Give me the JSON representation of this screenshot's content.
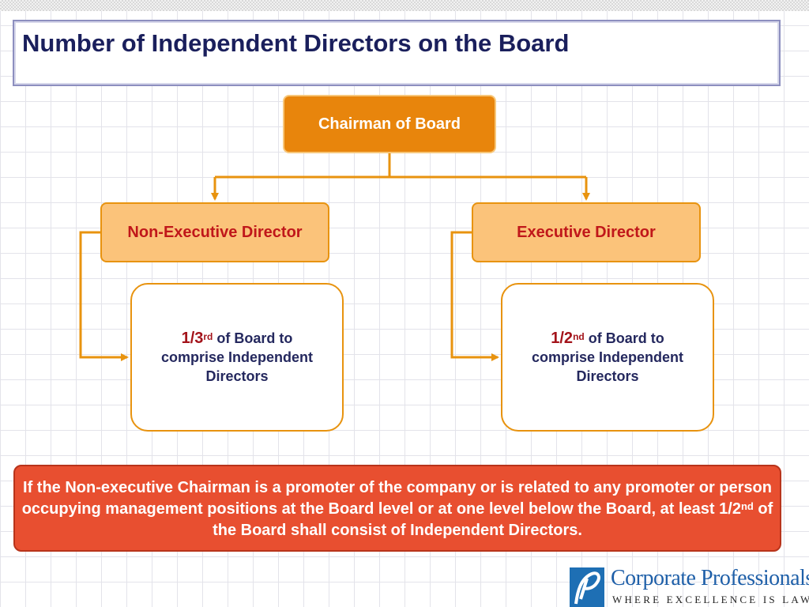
{
  "title": "Number of Independent Directors on the Board",
  "chairman": {
    "label": "Chairman of Board"
  },
  "non_executive": {
    "label": "Non-Executive Director",
    "rule_fraction": "1/3",
    "rule_fraction_suffix": "rd",
    "rule_text": "of Board to comprise Independent Directors"
  },
  "executive": {
    "label": "Executive Director",
    "rule_fraction": "1/2",
    "rule_fraction_suffix": "nd",
    "rule_text": "of Board to comprise Independent Directors"
  },
  "notice": {
    "text_before": "If the Non-executive Chairman is a promoter of the company or is related to any promoter or person occupying management positions at the Board level or at one level below the Board, at least 1/2",
    "sup": "nd",
    "text_after": " of the Board shall consist of Independent Directors."
  },
  "logo": {
    "name": "Corporate Professionals",
    "tagline": "Where Excellence is Law"
  },
  "colors": {
    "title": "#1a1f5c",
    "chairman_fill": "#e8850c",
    "director_fill": "#fbc37a",
    "director_text": "#c0171a",
    "connector": "#e8930f",
    "notice_fill": "#e84f30",
    "logo_blue": "#1e6fb4"
  }
}
